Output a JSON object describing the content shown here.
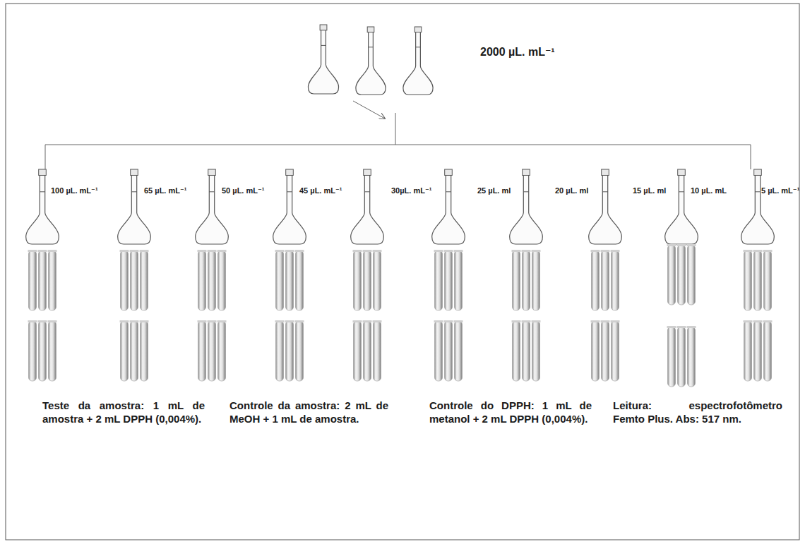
{
  "diagram": {
    "labels": [
      "2000 µL. mL⁻¹",
      "100 µL. mL⁻¹",
      "65 µL. mL⁻¹",
      "50 µL. mL⁻¹",
      "45 µL. mL⁻¹",
      "30µL. mL⁻¹",
      "25 µL. ml",
      "20 µL. ml",
      "15 µL. ml",
      "10 µL. mL",
      "5 µL. mL⁻¹",
      "Teste da amostra: 1 mL de amostra + 2 mL DPPH (0,004%).",
      "Controle da amostra: 2 mL de MeOH + 1 mL de amostra.",
      "Controle do DPPH: 1 mL de metanol + 2 mL DPPH (0,004%).",
      "Leitura: espectrofotômetro Femto Plus. Abs: 517 nm."
    ]
  }
}
